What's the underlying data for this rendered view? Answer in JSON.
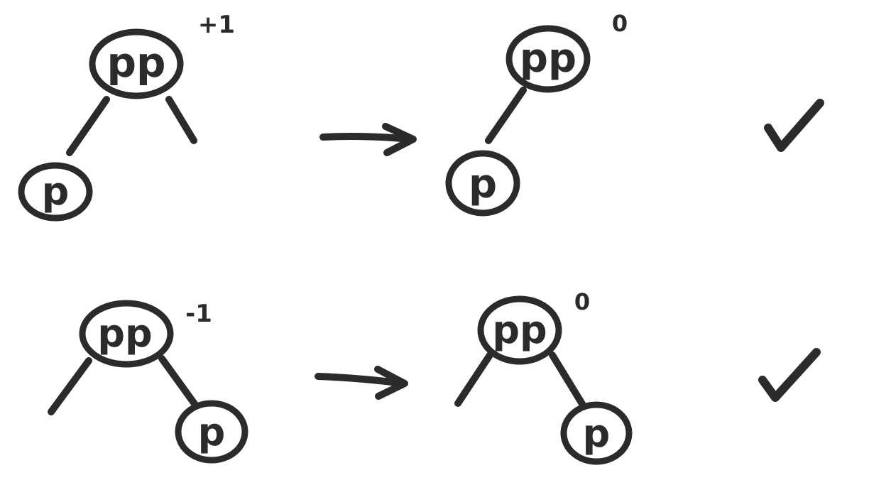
{
  "diagram": {
    "rows": [
      {
        "before": {
          "root_label": "pp",
          "root_balance": "+1",
          "child_label": "p"
        },
        "after": {
          "root_label": "pp",
          "root_balance": "0",
          "child_label": "p"
        }
      },
      {
        "before": {
          "root_label": "pp",
          "root_balance": "-1",
          "child_label": "p"
        },
        "after": {
          "root_label": "pp",
          "root_balance": "0",
          "child_label": "p"
        }
      }
    ]
  },
  "colors": {
    "ink": "#2b2b2b",
    "background": "#ffffff"
  },
  "icons": {
    "transition": "arrow-right-icon",
    "result": "checkmark-icon"
  }
}
